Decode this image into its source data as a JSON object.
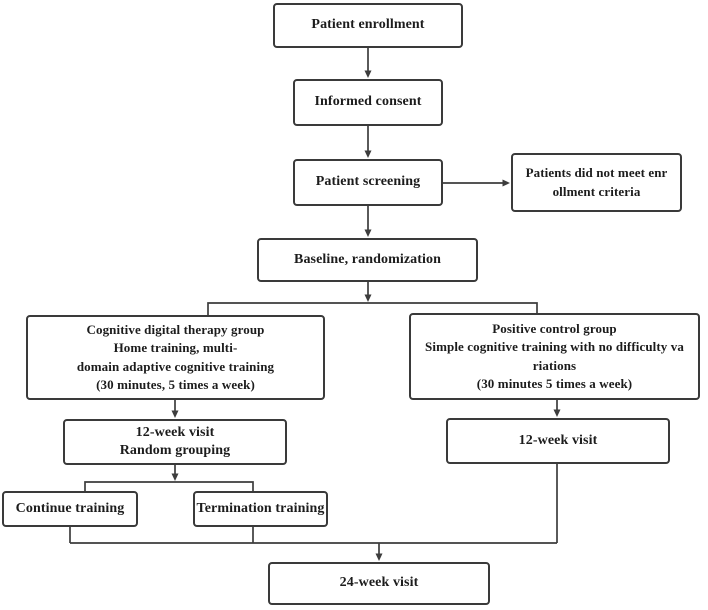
{
  "diagram": {
    "type": "flowchart",
    "nodes": {
      "enrollment": {
        "label": "Patient enrollment"
      },
      "consent": {
        "label": "Informed consent"
      },
      "screening": {
        "label": "Patient screening"
      },
      "exclusion": {
        "label": "Patients did not meet enr\nollment criteria"
      },
      "baseline": {
        "label": "Baseline, randomization"
      },
      "intervention_group": {
        "label": "Cognitive digital therapy group\nHome training, multi-\ndomain adaptive cognitive training\n(30 minutes, 5 times a week)"
      },
      "control_group": {
        "label": "Positive control group\nSimple cognitive training with no difficulty va\nriations\n(30 minutes 5 times a week)"
      },
      "visit12_left": {
        "label": "12-week visit\nRandom grouping"
      },
      "visit12_right": {
        "label": "12-week visit"
      },
      "continue_training": {
        "label": "Continue training"
      },
      "termination_training": {
        "label": "Termination training"
      },
      "visit24": {
        "label": "24-week visit"
      }
    },
    "edges": [
      {
        "from": "enrollment",
        "to": "consent"
      },
      {
        "from": "consent",
        "to": "screening"
      },
      {
        "from": "screening",
        "to": "exclusion"
      },
      {
        "from": "screening",
        "to": "baseline"
      },
      {
        "from": "baseline",
        "to": "intervention_group"
      },
      {
        "from": "baseline",
        "to": "control_group"
      },
      {
        "from": "intervention_group",
        "to": "visit12_left"
      },
      {
        "from": "control_group",
        "to": "visit12_right"
      },
      {
        "from": "visit12_left",
        "to": "continue_training"
      },
      {
        "from": "visit12_left",
        "to": "termination_training"
      },
      {
        "from": "continue_training",
        "to": "visit24"
      },
      {
        "from": "termination_training",
        "to": "visit24"
      },
      {
        "from": "visit12_right",
        "to": "visit24"
      }
    ],
    "colors": {
      "background": "#ffffff",
      "box_border": "#3a3a3a",
      "line": "#3d3d3d",
      "text": "#1c1c1c"
    }
  }
}
